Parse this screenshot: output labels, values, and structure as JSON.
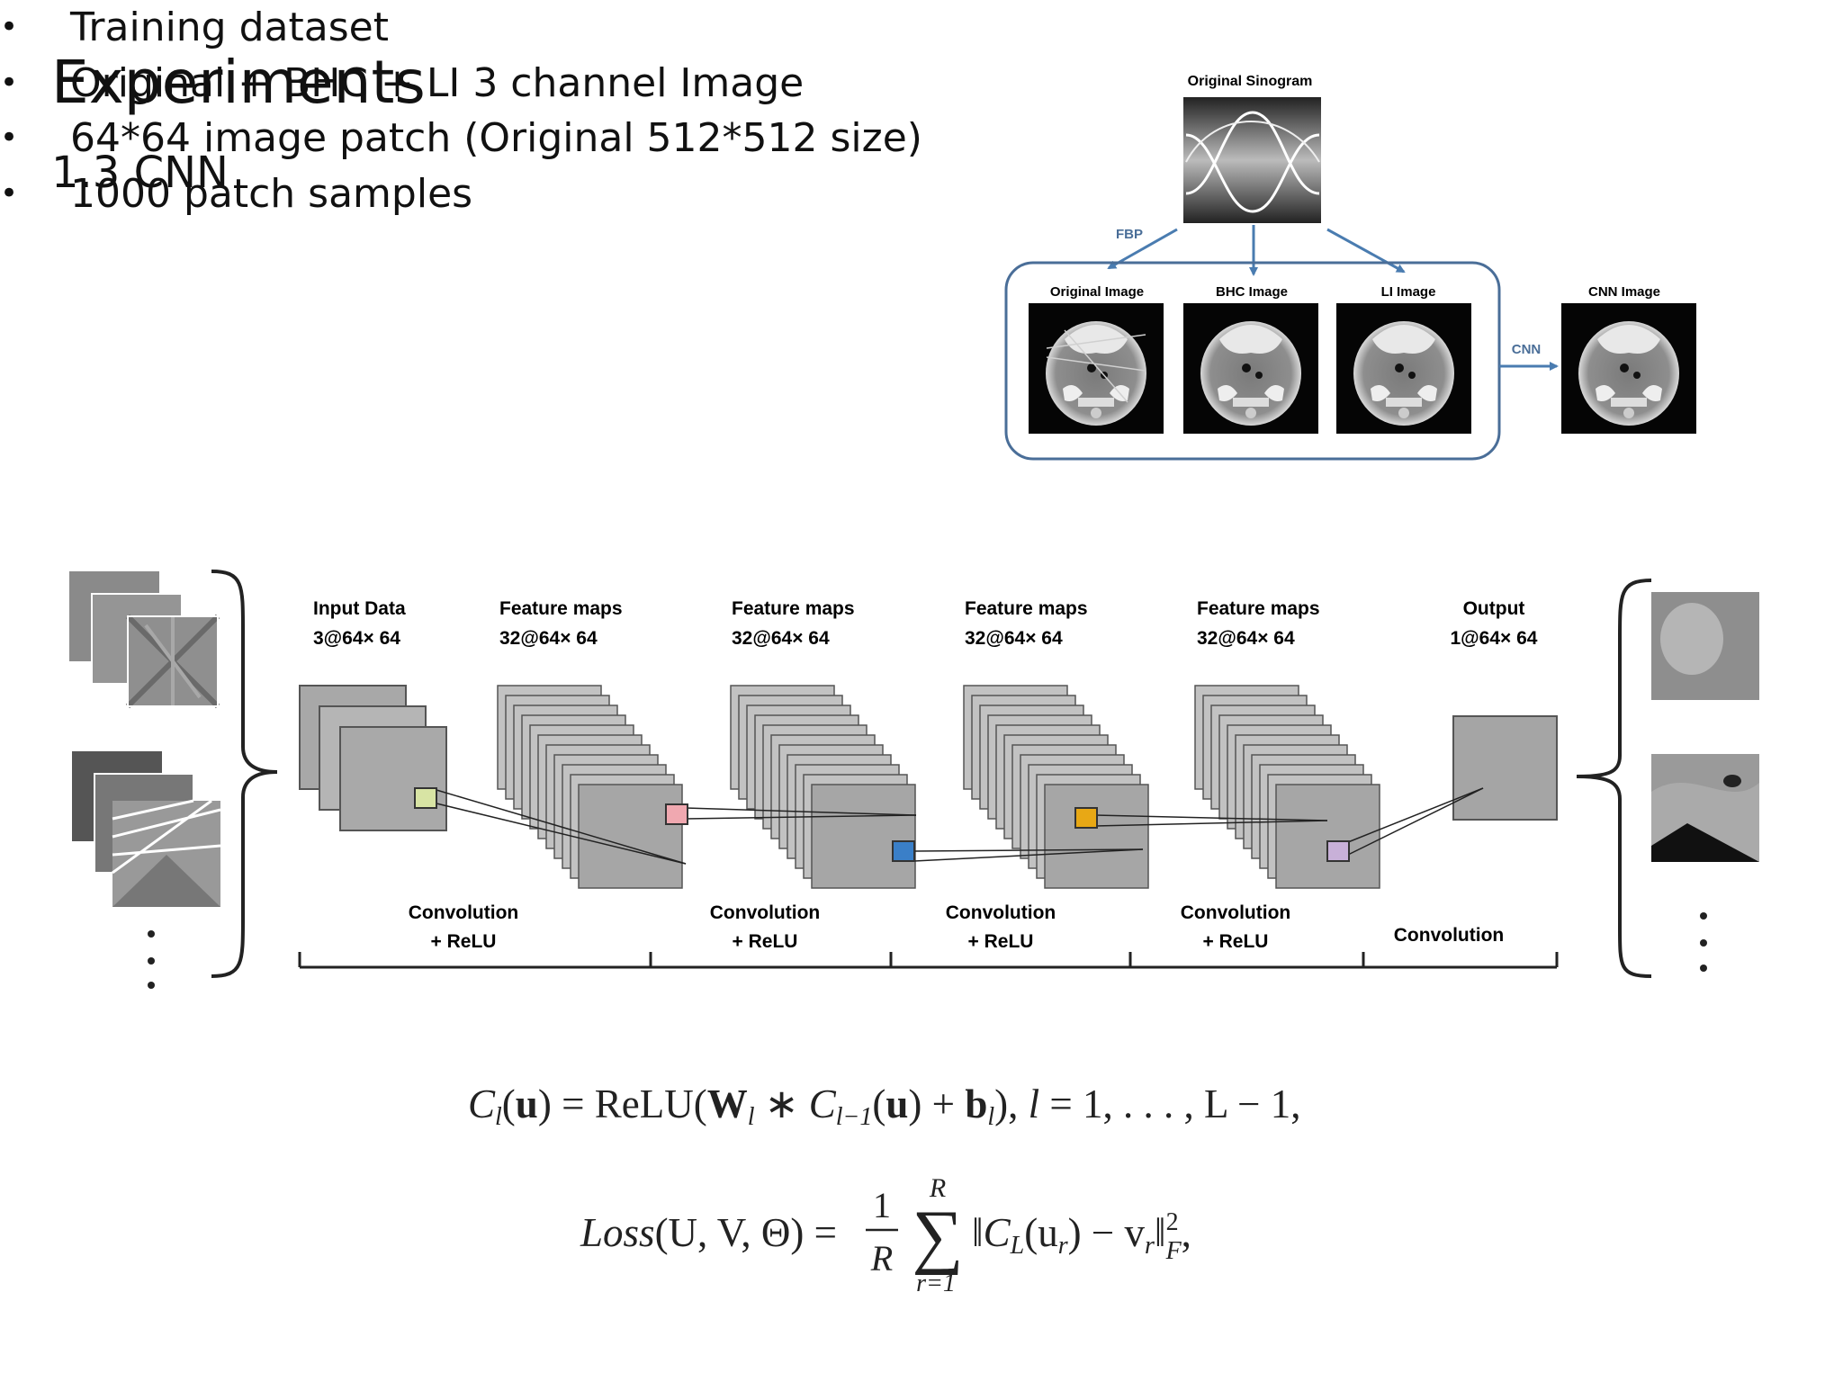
{
  "slide": {
    "title": "Experiments",
    "subtitle": "1.3 CNN",
    "bullets": [
      "Training dataset",
      "Original + BHC + LI 3 channel Image",
      "64*64 image patch (Original 512*512 size)",
      "1000 patch samples"
    ],
    "bullet_symbol": "•"
  },
  "pipeline": {
    "sinogram_label": "Original Sinogram",
    "fbp_label": "FBP",
    "cnn_arrow_label": "CNN",
    "images": [
      "Original Image",
      "BHC Image",
      "LI Image",
      "CNN Image"
    ]
  },
  "network": {
    "layers": [
      {
        "title": "Input Data",
        "dims": "3@64× 64"
      },
      {
        "title": "Feature maps",
        "dims": "32@64× 64"
      },
      {
        "title": "Feature maps",
        "dims": "32@64× 64"
      },
      {
        "title": "Feature maps",
        "dims": "32@64× 64"
      },
      {
        "title": "Feature maps",
        "dims": "32@64× 64"
      },
      {
        "title": "Output",
        "dims": "1@64× 64"
      }
    ],
    "stages": [
      {
        "line1": "Convolution",
        "line2": "+ ReLU"
      },
      {
        "line1": "Convolution",
        "line2": "+ ReLU"
      },
      {
        "line1": "Convolution",
        "line2": "+ ReLU"
      },
      {
        "line1": "Convolution",
        "line2": "+ ReLU"
      },
      {
        "line1": "Convolution",
        "line2": ""
      }
    ],
    "kernel_colors": [
      "#d8e4a4",
      "#f0a8b0",
      "#3a7fc8",
      "#e8a815",
      "#c8b0d8"
    ]
  },
  "equations": {
    "eq1": {
      "C": "C",
      "l": "l",
      "u": "u",
      "eq": "=",
      "relu": "ReLU(",
      "W": "W",
      "conv": "∗",
      "lm1": "l−1",
      "plus": "+",
      "b": "b",
      "close": "),",
      "range": "= 1, . . . , L − 1,"
    },
    "eq2": {
      "loss": "Loss",
      "args": "(U, V, Θ) =",
      "one": "1",
      "R": "R",
      "sigma": "∑",
      "sum_top": "R",
      "sum_bottom": "r=1",
      "norm_open": "‖C",
      "L": "L",
      "ur": "(u",
      "r": "r",
      "minus": ") − v",
      "norm_close": "‖",
      "sq": "2",
      "F": "F",
      "end": ","
    }
  }
}
